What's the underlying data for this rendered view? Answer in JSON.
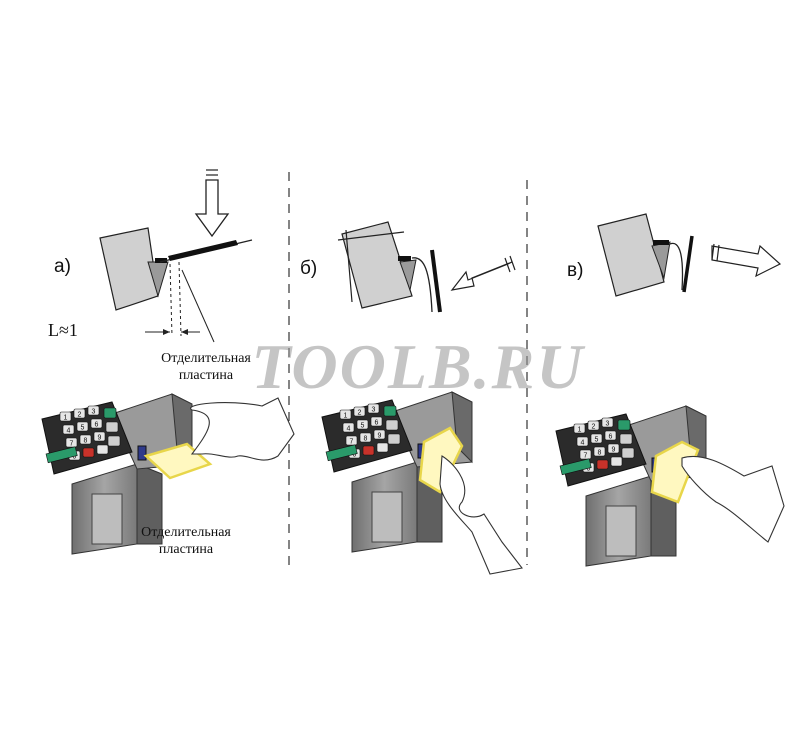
{
  "panels": {
    "a": {
      "label": "а)"
    },
    "b": {
      "label": "б)"
    },
    "c": {
      "label": "в)"
    }
  },
  "formula": "L≈1",
  "separator_note": {
    "line1": "Отделительная",
    "line2": "пластина"
  },
  "photo_note": {
    "line1": "Отделительная",
    "line2": "пластина"
  },
  "watermark": "TOOLB.RU",
  "keypad": [
    "1",
    "2",
    "3",
    "4",
    "5",
    "6",
    "7",
    "8",
    "9",
    "0",
    "",
    ""
  ],
  "colors": {
    "keypad_green": "#2a9a6a",
    "keypad_red": "#c8322a",
    "label_yellow": "#e8d64a",
    "body_gray": "#8c8c8c"
  }
}
